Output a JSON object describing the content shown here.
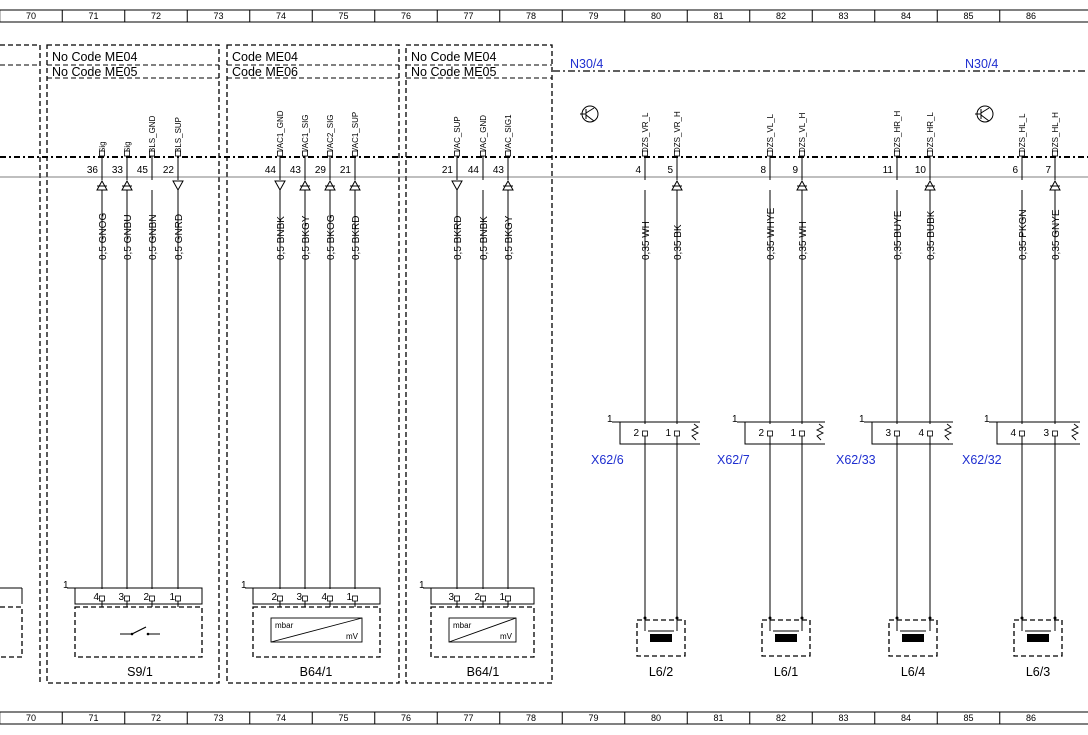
{
  "ruler": {
    "columns": [
      "70",
      "71",
      "72",
      "73",
      "74",
      "75",
      "76",
      "77",
      "78",
      "79",
      "80",
      "81",
      "82",
      "83",
      "84",
      "85",
      "86"
    ]
  },
  "sections": [
    {
      "id": "s1",
      "line1": "No Code ME04",
      "line2": "No Code ME05"
    },
    {
      "id": "s2",
      "line1": "Code ME04",
      "line2": "Code ME06"
    },
    {
      "id": "s3",
      "line1": "No Code ME04",
      "line2": "No Code ME05"
    }
  ],
  "module_labels": {
    "left": "N30/4",
    "right": "N30/4"
  },
  "pins": [
    {
      "num": "36",
      "sig": "Sig",
      "wire": "0,5 GNOG",
      "kind": "up",
      "bottom_pin": "4"
    },
    {
      "num": "33",
      "sig": "Sig",
      "wire": "0,5 GNBU",
      "kind": "up",
      "bottom_pin": "3"
    },
    {
      "num": "45",
      "sig": "BLS_GND",
      "wire": "0,5 GNBN",
      "kind": "none",
      "bottom_pin": "2"
    },
    {
      "num": "22",
      "sig": "BLS_SUP",
      "wire": "0,5 GNRD",
      "kind": "down",
      "bottom_pin": "1"
    },
    {
      "num": "44",
      "sig": "VAC1_GND",
      "wire": "0,5 BNBK",
      "kind": "down",
      "bottom_pin": "2"
    },
    {
      "num": "43",
      "sig": "VAC1_SIG",
      "wire": "0,5 BKGY",
      "kind": "up",
      "bottom_pin": "3"
    },
    {
      "num": "29",
      "sig": "VAC2_SIG",
      "wire": "0,5 BKOG",
      "kind": "up",
      "bottom_pin": "4"
    },
    {
      "num": "21",
      "sig": "VAC1_SUP",
      "wire": "0,5 BKRD",
      "kind": "up",
      "bottom_pin": "1"
    },
    {
      "num": "21",
      "sig": "VAC_SUP",
      "wire": "0,5 BKRD",
      "kind": "down",
      "bottom_pin": "3"
    },
    {
      "num": "44",
      "sig": "VAC_GND",
      "wire": "0,5 BNBK",
      "kind": "none",
      "bottom_pin": "2"
    },
    {
      "num": "43",
      "sig": "VAC_SIG1",
      "wire": "0,5 BKGY",
      "kind": "up",
      "bottom_pin": "1"
    },
    {
      "num": "4",
      "sig": "DZS_VR_L",
      "wire": "0,35 WH",
      "kind": "none",
      "conn_pin": "2"
    },
    {
      "num": "5",
      "sig": "DZS_VR_H",
      "wire": "0,35 BK",
      "kind": "up",
      "conn_pin": "1"
    },
    {
      "num": "8",
      "sig": "DZS_VL_L",
      "wire": "0,35 WHYE",
      "kind": "none",
      "conn_pin": "2"
    },
    {
      "num": "9",
      "sig": "DZS_VL_H",
      "wire": "0,35 WH",
      "kind": "up",
      "conn_pin": "1"
    },
    {
      "num": "11",
      "sig": "DZS_HR_H",
      "wire": "0,35 BUYE",
      "kind": "none",
      "conn_pin": "3"
    },
    {
      "num": "10",
      "sig": "DZS_HR_L",
      "wire": "0,35 BUBK",
      "kind": "up",
      "conn_pin": "4"
    },
    {
      "num": "6",
      "sig": "DZS_HL_L",
      "wire": "0,35 PKGN",
      "kind": "none",
      "conn_pin": "4"
    },
    {
      "num": "7",
      "sig": "DZS_HL_H",
      "wire": "0,35 GNYE",
      "kind": "up",
      "conn_pin": "3"
    }
  ],
  "connectors": [
    {
      "label": "X62/6",
      "pos": "1"
    },
    {
      "label": "X62/7",
      "pos": "1"
    },
    {
      "label": "X62/33",
      "pos": "1"
    },
    {
      "label": "X62/32",
      "pos": "1"
    }
  ],
  "components": [
    {
      "label": "S9/1",
      "pos": "1"
    },
    {
      "label": "B64/1",
      "pos": "1",
      "unit_a": "mbar",
      "unit_b": "mV"
    },
    {
      "label": "B64/1",
      "pos": "1",
      "unit_a": "mbar",
      "unit_b": "mV"
    },
    {
      "label": "L6/2"
    },
    {
      "label": "L6/1"
    },
    {
      "label": "L6/4"
    },
    {
      "label": "L6/3"
    }
  ]
}
